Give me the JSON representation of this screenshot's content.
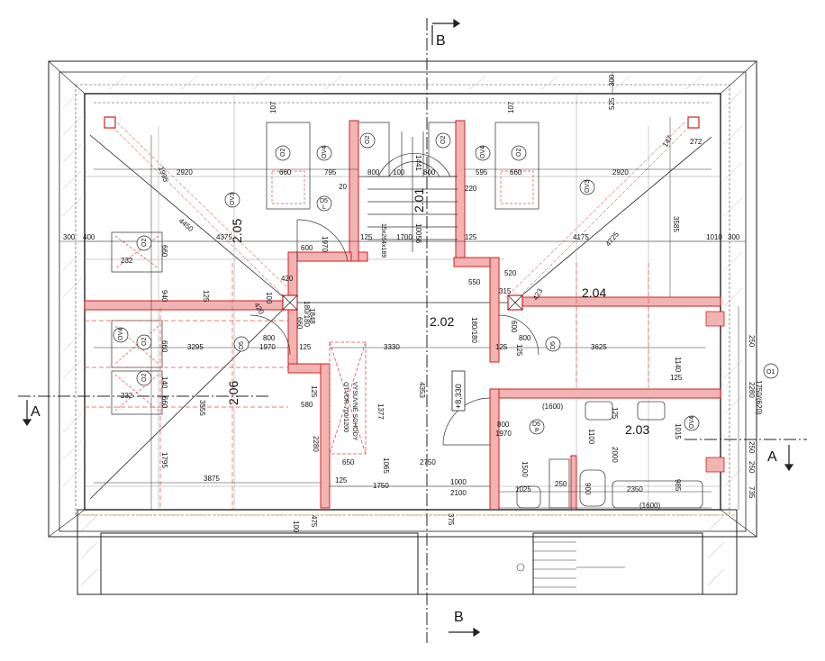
{
  "rooms": [
    {
      "id": "2.01",
      "label": "2.01"
    },
    {
      "id": "2.02",
      "label": "2.02"
    },
    {
      "id": "2.03",
      "label": "2.03"
    },
    {
      "id": "2.04",
      "label": "2.04"
    },
    {
      "id": "2.05",
      "label": "2.05"
    },
    {
      "id": "2.06",
      "label": "2.06"
    }
  ],
  "sections": {
    "a_left": "A",
    "a_right": "A",
    "b_top": "B",
    "b_bottom": "B"
  },
  "level": "+8,330",
  "stair_label": "15x264x189",
  "hatch_note": {
    "line1": "VÝSUVNÉ SCHODY",
    "line2": "OTVOR 700/1200"
  },
  "tags": {
    "o2": "O2",
    "ov3": "OV3",
    "ov4": "OV4",
    "o1": "O1",
    "d5": "D5",
    "d5_l": "L",
    "d5_p": "P"
  },
  "dims": {
    "d300a": "300",
    "d400": "400",
    "d300b": "300",
    "d1010": "1010",
    "d300c": "300",
    "d107a": "107",
    "d107b": "107",
    "d525": "525",
    "d300top": "300",
    "d147": "147",
    "d272": "272",
    "d660a": "660",
    "d795": "795",
    "d800a": "800",
    "d100a": "100",
    "d800b": "800",
    "d595": "595",
    "d660b": "660",
    "d2920a": "2920",
    "d2920b": "2920",
    "d1995": "1995",
    "d3585": "3585",
    "d4450": "4450",
    "d4725": "4725",
    "d4375": "4375",
    "d4175": "4175",
    "d1970a": "1970",
    "d1700": "1700",
    "d10056": "10056",
    "d20": "20",
    "d220": "220",
    "d1441": "1441",
    "d600a": "600",
    "d125a": "125",
    "d125b": "125",
    "d232a": "232",
    "d660c": "660",
    "d940": "940",
    "d125c": "125",
    "d420a": "420",
    "d100b": "100",
    "d420b": "420",
    "d180a": "180/180",
    "d1848": "1848",
    "d660d": "660",
    "d520": "520",
    "d550": "550",
    "d315": "315",
    "d423": "423",
    "d180b": "180/180",
    "d600b": "600",
    "d3295": "3295",
    "d660e": "660",
    "d800c": "800",
    "d1970b": "1970",
    "d125d": "125",
    "d3330": "3330",
    "d125e": "125",
    "d125f": "125",
    "d800d": "800",
    "d3625": "3625",
    "d1140": "1140",
    "d250a": "250",
    "d2280": "2280",
    "d1750": "1750/(620)",
    "d232b": "232",
    "d660f": "660",
    "d140": "140",
    "d125g": "125",
    "d580": "580",
    "d4353": "4353",
    "d1377": "1377",
    "d3555": "3555",
    "d1600a": "(1600)",
    "d125h": "125",
    "d1015": "1015",
    "d125i": "125",
    "d800e": "800",
    "d1970c": "1970",
    "d1100": "1100",
    "d2000": "2000",
    "d2280b": "2280",
    "d650": "650",
    "d1065": "1065",
    "d2750": "2750",
    "d1795": "1795",
    "d3875": "3875",
    "d125j": "125",
    "d1750b": "1750",
    "d1000": "1000",
    "d2100": "2100",
    "d1500": "1500",
    "d1025": "1025",
    "d250b": "250",
    "d900": "900",
    "d2350": "2350",
    "d985": "985",
    "d735": "735",
    "d1600b": "(1600)",
    "d100c": "100",
    "d475": "475",
    "d375": "375",
    "d250c": "250",
    "d250d": "250"
  }
}
